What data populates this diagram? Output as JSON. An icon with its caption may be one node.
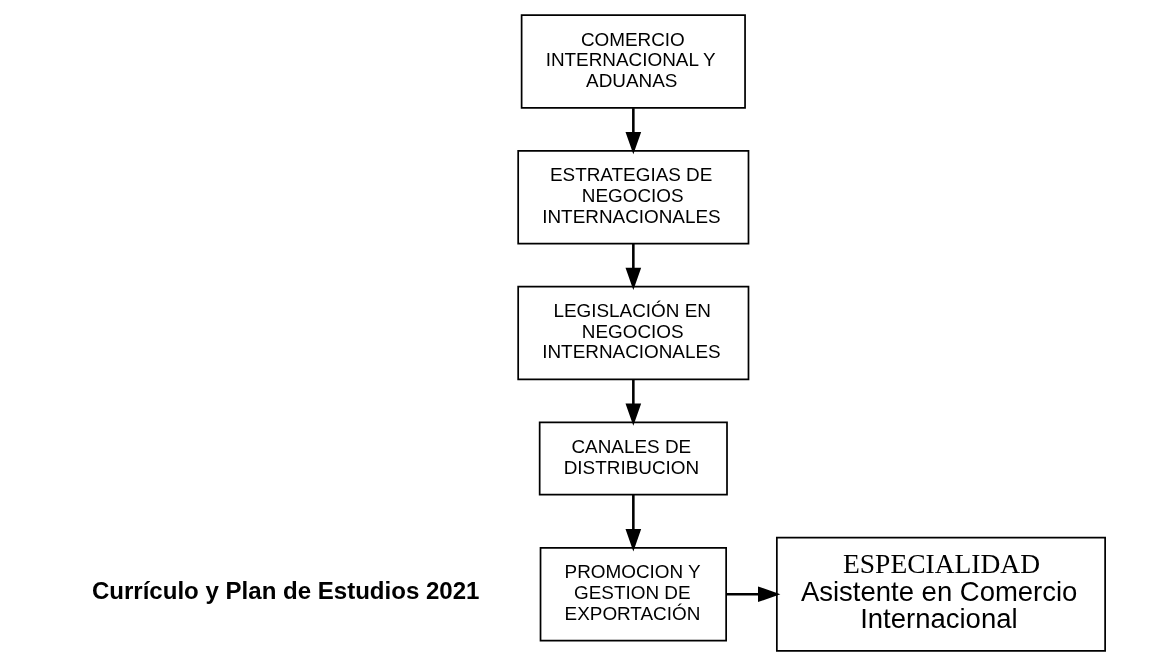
{
  "diagram": {
    "nodes": [
      {
        "text": [
          "COMERCIO INTERNACIONAL Y ADUANAS"
        ]
      },
      {
        "text": [
          "ESTRATEGIAS DE NEGOCIOS INTERNACIONALES"
        ]
      },
      {
        "text": [
          "LEGISLACIÓN EN NEGOCIOS INTERNACIONALES"
        ]
      },
      {
        "text": [
          "CANALES DE DISTRIBUCION"
        ]
      },
      {
        "text": [
          "PROMOCION Y GESTION DE EXPORTACIÓN"
        ]
      },
      {
        "text": [
          "ESPECIALIDAD",
          "Asistente en Comercio Internacional"
        ]
      }
    ],
    "edges": [
      {
        "from": 0,
        "to": 1,
        "arrow": "to"
      },
      {
        "from": 1,
        "to": 2,
        "arrow": "to"
      },
      {
        "from": 2,
        "to": 3,
        "arrow": "to"
      },
      {
        "from": 3,
        "to": 4,
        "arrow": "to"
      },
      {
        "from": 4,
        "to": 5,
        "arrow": "to"
      }
    ],
    "labels": [
      "Currículo y Plan de Estudios 2021"
    ]
  }
}
